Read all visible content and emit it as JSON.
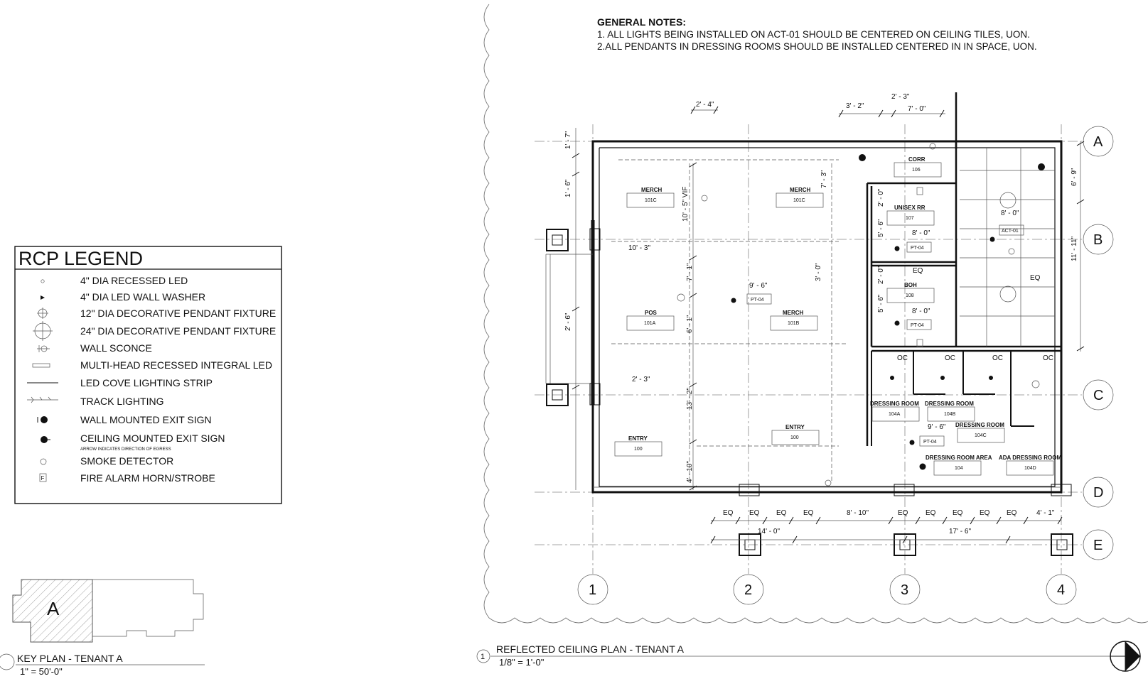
{
  "general_notes": {
    "title": "GENERAL NOTES:",
    "lines": [
      "1. ALL LIGHTS BEING INSTALLED ON ACT-01 SHOULD BE CENTERED ON CEILING TILES, UON.",
      "2.ALL PENDANTS IN DRESSING ROOMS SHOULD BE INSTALLED CENTERED IN IN SPACE, UON."
    ]
  },
  "legend": {
    "title": "RCP LEGEND",
    "items": [
      {
        "symbol": "recessed-led-icon",
        "label": "4\" DIA RECESSED LED"
      },
      {
        "symbol": "wall-washer-icon",
        "label": "4\" DIA LED WALL WASHER"
      },
      {
        "symbol": "pendant-12-icon",
        "label": "12\" DIA DECORATIVE PENDANT FIXTURE"
      },
      {
        "symbol": "pendant-24-icon",
        "label": "24\" DIA DECORATIVE PENDANT FIXTURE"
      },
      {
        "symbol": "wall-sconce-icon",
        "label": "WALL SCONCE"
      },
      {
        "symbol": "multi-head-led-icon",
        "label": "MULTI-HEAD RECESSED INTEGRAL LED"
      },
      {
        "symbol": "cove-strip-icon",
        "label": "LED COVE LIGHTING STRIP"
      },
      {
        "symbol": "track-lighting-icon",
        "label": "TRACK LIGHTING"
      },
      {
        "symbol": "wall-exit-sign-icon",
        "label": "WALL MOUNTED EXIT SIGN"
      },
      {
        "symbol": "ceiling-exit-sign-icon",
        "label": "CEILING MOUNTED EXIT SIGN",
        "sub": "ARROW INDICATES DIRECTION OF EGRESS"
      },
      {
        "symbol": "smoke-detector-icon",
        "label": "SMOKE DETECTOR"
      },
      {
        "symbol": "fire-alarm-icon",
        "label": "FIRE ALARM HORN/STROBE",
        "glyph": "F"
      }
    ]
  },
  "key_plan": {
    "area_label": "A",
    "title": "KEY PLAN - TENANT A",
    "scale": "1\" = 50'-0\""
  },
  "drawing": {
    "number": "1",
    "title": "REFLECTED CEILING PLAN - TENANT A",
    "scale": "1/8\" = 1'-0\""
  },
  "grid_columns": [
    "1",
    "2",
    "3",
    "4"
  ],
  "grid_rows": [
    "A",
    "B",
    "C",
    "D",
    "E"
  ],
  "rooms": [
    {
      "name": "MERCH",
      "number": "101C"
    },
    {
      "name": "MERCH",
      "number": "101C"
    },
    {
      "name": "POS",
      "number": "101A"
    },
    {
      "name": "MERCH",
      "number": "101B"
    },
    {
      "name": "ENTRY",
      "number": "100"
    },
    {
      "name": "ENTRY",
      "number": "100"
    },
    {
      "name": "CORR",
      "number": "106"
    },
    {
      "name": "UNISEX RR",
      "number": "107"
    },
    {
      "name": "BOH",
      "number": "108"
    },
    {
      "name": "DRESSING ROOM",
      "number": "104A"
    },
    {
      "name": "DRESSING ROOM",
      "number": "104B"
    },
    {
      "name": "DRESSING ROOM",
      "number": "104C"
    },
    {
      "name": "DRESSING ROOM AREA",
      "number": "104"
    },
    {
      "name": "ADA DRESSING ROOM",
      "number": "104D"
    }
  ],
  "tags": [
    "PT-04",
    "PT-04",
    "PT-04",
    "PT-04",
    "ACT-01"
  ],
  "dimensions": {
    "d_2_4": "2' - 4\"",
    "d_3_2": "3' - 2\"",
    "d_2_3_top": "2' - 3\"",
    "d_7_0": "7' - 0\"",
    "d_1_7": "1' - 7\"",
    "d_1_6": "1' - 6\"",
    "d_10_5_vif": "10' - 5\" VIF",
    "d_7_3": "7' - 3\"",
    "d_2_0_a": "2' - 0\"",
    "d_5_6_a": "5' - 6\"",
    "d_8_0_a": "8' - 0\"",
    "d_8_0_b": "8' - 0\"",
    "d_8_0_c": "8' - 0\"",
    "d_10_3": "10' - 3\"",
    "d_3_0": "3' - 0\"",
    "d_7_1": "7' - 1\"",
    "d_9_6_a": "9' - 6\"",
    "d_2_6": "2' - 6\"",
    "d_6_1": "6' - 1\"",
    "d_2_0_b": "2' - 0\"",
    "d_5_6_b": "5' - 6\"",
    "d_2_3_mid": "2' - 3\"",
    "d_13_2": "13' - 2\"",
    "d_4_10": "4' - 10\"",
    "d_9_6_b": "9' - 6\"",
    "d_6_9": "6' - 9\"",
    "d_11_11": "11' - 11\"",
    "eq": "EQ",
    "oc": "OC",
    "d_8_10": "8' - 10\"",
    "d_4_1": "4' - 1\"",
    "d_14_0": "14' - 0\"",
    "d_17_6": "17' - 6\""
  }
}
